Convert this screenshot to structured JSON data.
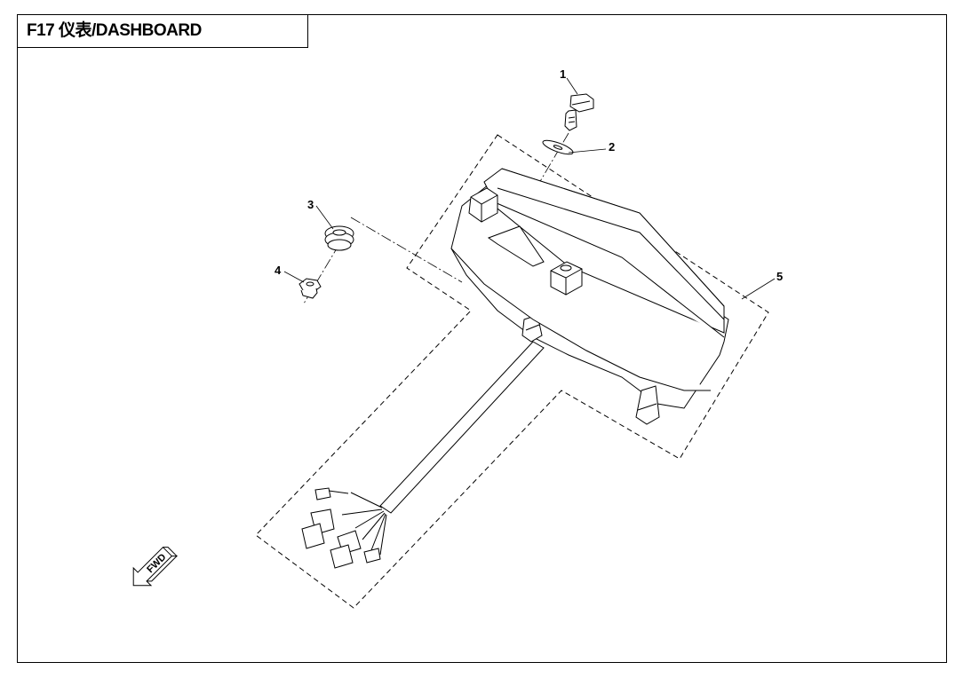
{
  "title": "F17 仪表/DASHBOARD",
  "callouts": [
    {
      "number": "1",
      "part": "bolt"
    },
    {
      "number": "2",
      "part": "washer"
    },
    {
      "number": "3",
      "part": "rubber grommet"
    },
    {
      "number": "4",
      "part": "bushing"
    },
    {
      "number": "5",
      "part": "dashboard assembly"
    }
  ],
  "direction_indicator": "FWD",
  "colors": {
    "line": "#000000",
    "background": "#ffffff"
  }
}
